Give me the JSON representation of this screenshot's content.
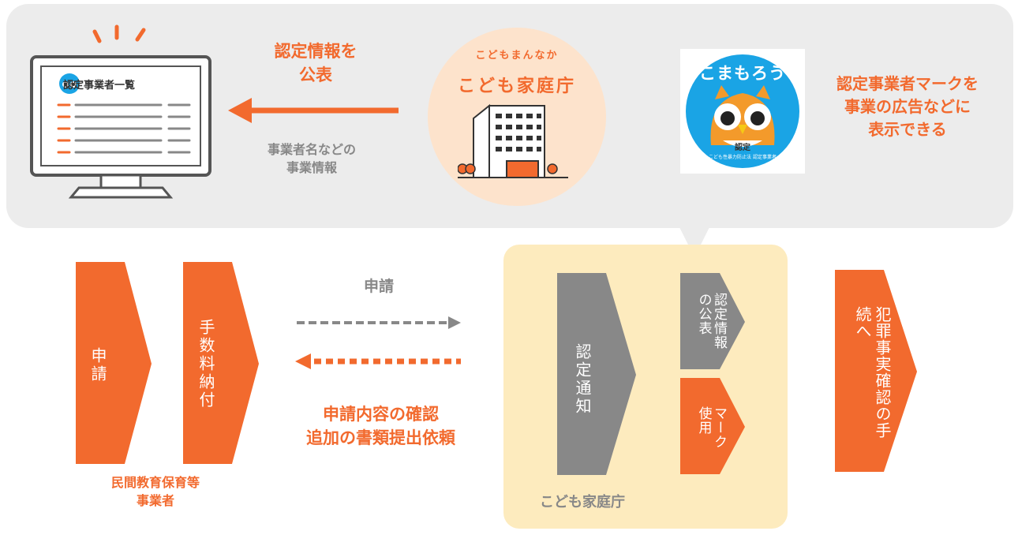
{
  "top": {
    "publish_label": "認定情報を\n公表",
    "business_info_label": "事業者名などの\n事業情報",
    "monitor_title": "認定事業者一覧",
    "agency_tagline": "こどもまんなか",
    "agency_name": "こども家庭庁",
    "mark_title": "こまもろう",
    "mark_badge": "認定",
    "mark_subtitle": "こども性暴力防止法 認定事業者",
    "mark_usage_label": "認定事業者マークを\n事業の広告などに\n表示できる"
  },
  "flow": {
    "step_apply": "申請",
    "step_fee": "手数料納付",
    "operator_label": "民間教育保育等\n事業者",
    "apply_arrow_label": "申請",
    "check_label": "申請内容の確認\n追加の書類提出依頼",
    "cert_notice": "認定通知",
    "publish_info": "認定情報の公表",
    "mark_use": "マーク使用",
    "agency_label": "こども家庭庁",
    "crime_check": "犯罪事実確認の手続へ"
  },
  "colors": {
    "accent": "#f26a2e",
    "gray": "#888888",
    "panel": "#ececec",
    "agency_box": "#fdebbe",
    "peach": "#fde3cc",
    "blue": "#1aa4e5"
  }
}
